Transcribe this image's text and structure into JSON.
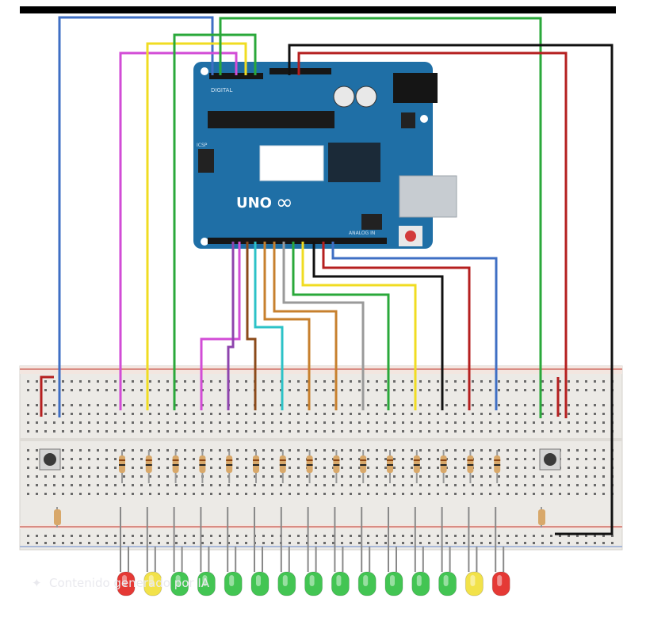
{
  "board": {
    "logo_text": "UNO",
    "digital_header_label": "DIGITAL",
    "analog_header_label": "ANALOG IN",
    "icsp_label": "ICSP"
  },
  "colors": {
    "board_blue": "#1f6fa6",
    "breadboard": "#eceae6",
    "rail_red": "#c0392b",
    "rail_blue": "#3b6fb5"
  },
  "leds": [
    {
      "color": "#e53935"
    },
    {
      "color": "#f2e24a"
    },
    {
      "color": "#43c553"
    },
    {
      "color": "#43c553"
    },
    {
      "color": "#43c553"
    },
    {
      "color": "#43c553"
    },
    {
      "color": "#43c553"
    },
    {
      "color": "#43c553"
    },
    {
      "color": "#43c553"
    },
    {
      "color": "#43c553"
    },
    {
      "color": "#43c553"
    },
    {
      "color": "#43c553"
    },
    {
      "color": "#43c553"
    },
    {
      "color": "#f2e24a"
    },
    {
      "color": "#e53935"
    }
  ],
  "wires": {
    "top": [
      "blue",
      "magenta",
      "yellow",
      "green",
      "green",
      "black",
      "red"
    ],
    "bottom": [
      "magenta",
      "purple",
      "brown",
      "cyan",
      "orange",
      "gray",
      "green",
      "yellow",
      "black",
      "red",
      "blue"
    ]
  },
  "watermark": "Contenido generado por IA"
}
